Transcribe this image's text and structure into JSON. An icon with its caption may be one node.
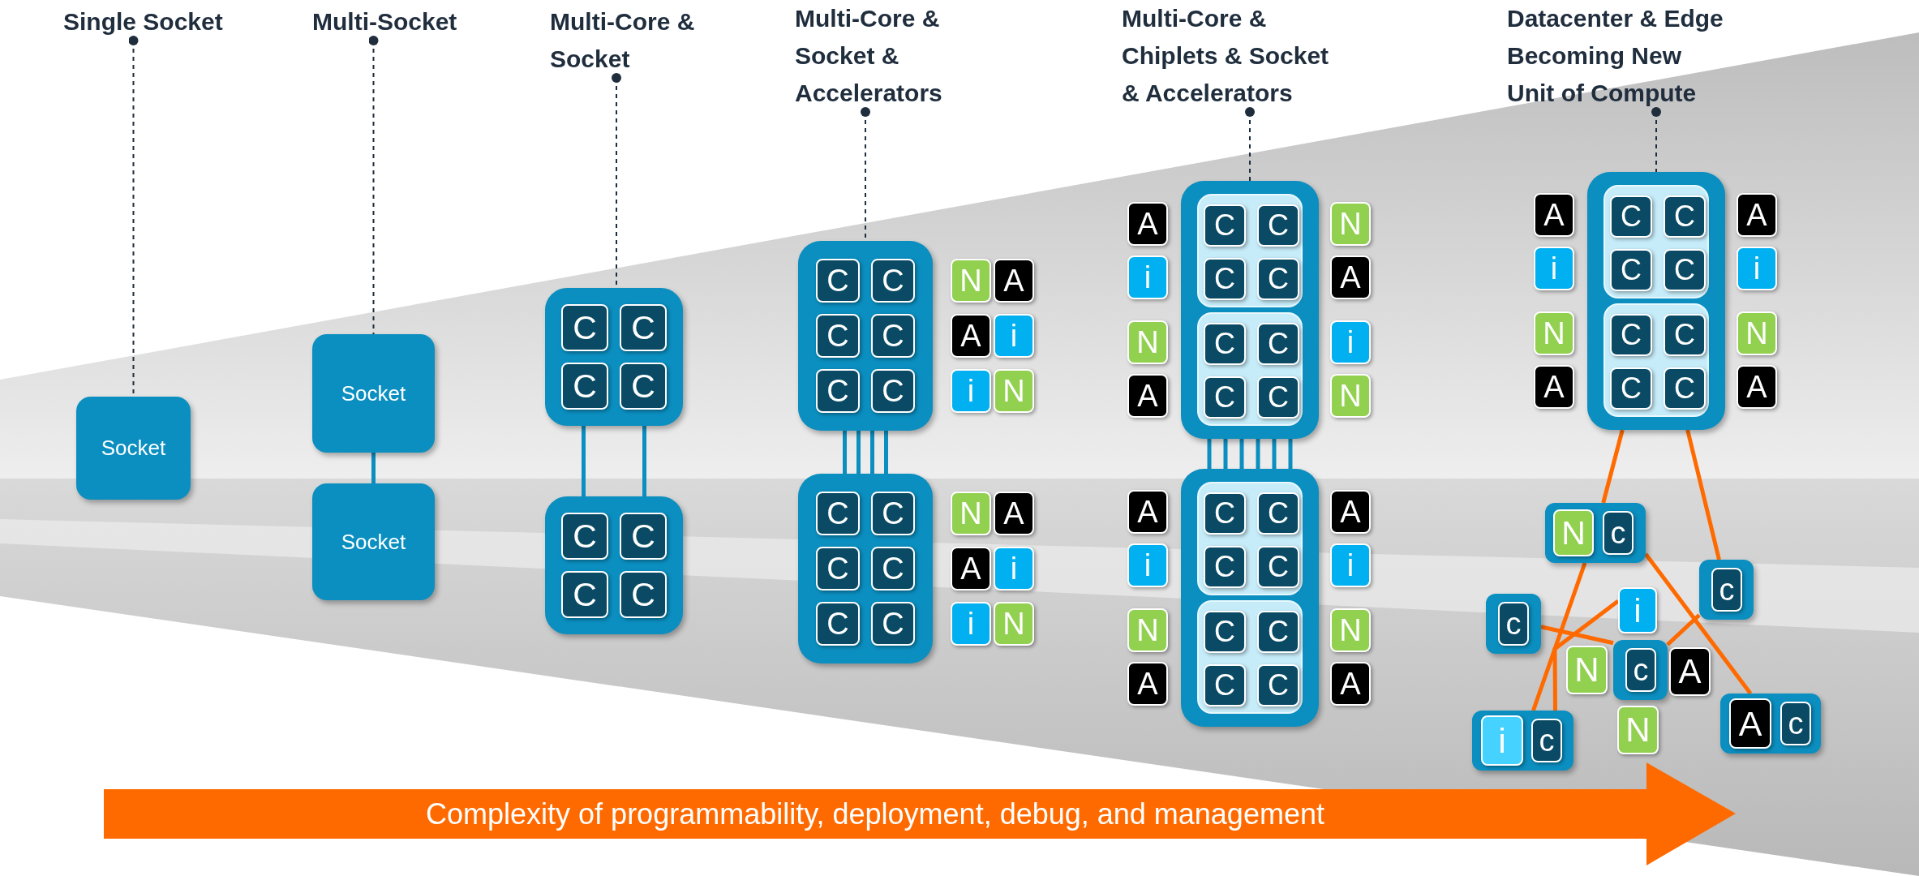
{
  "diagram": {
    "nodes": [
      {
        "text": [
          "Single Socket"
        ]
      },
      {
        "text": [
          "Multi-Socket"
        ]
      },
      {
        "text": [
          "Multi-Core & Socket"
        ]
      },
      {
        "text": [
          "Multi-Core & Socket & Accelerators"
        ]
      },
      {
        "text": [
          "Multi-Core & Chiplets & Socket & Accelerators"
        ]
      },
      {
        "text": [
          "Datacenter & Edge Becoming New Unit of Compute"
        ]
      },
      {
        "text": [
          "Socket"
        ]
      },
      {
        "text": [
          "Socket"
        ]
      },
      {
        "text": [
          "Socket"
        ]
      },
      {
        "text": [],
        "shape": "box"
      },
      {
        "text": [
          "C"
        ],
        "in": 9
      },
      {
        "text": [
          "C"
        ],
        "in": 9
      },
      {
        "text": [
          "C"
        ],
        "in": 9
      },
      {
        "text": [
          "C"
        ],
        "in": 9
      },
      {
        "text": [],
        "shape": "box"
      },
      {
        "text": [
          "C"
        ],
        "in": 14
      },
      {
        "text": [
          "C"
        ],
        "in": 14
      },
      {
        "text": [
          "C"
        ],
        "in": 14
      },
      {
        "text": [
          "C"
        ],
        "in": 14
      },
      {
        "text": [],
        "shape": "box"
      },
      {
        "text": [
          "C"
        ],
        "in": 19
      },
      {
        "text": [
          "C"
        ],
        "in": 19
      },
      {
        "text": [
          "C"
        ],
        "in": 19
      },
      {
        "text": [
          "C"
        ],
        "in": 19
      },
      {
        "text": [
          "C"
        ],
        "in": 19
      },
      {
        "text": [
          "C"
        ],
        "in": 19
      },
      {
        "text": [
          "N"
        ]
      },
      {
        "text": [
          "A"
        ]
      },
      {
        "text": [
          "A"
        ]
      },
      {
        "text": [
          "i"
        ]
      },
      {
        "text": [
          "i"
        ]
      },
      {
        "text": [
          "N"
        ]
      },
      {
        "text": [],
        "shape": "box"
      },
      {
        "text": [
          "C"
        ],
        "in": 32
      },
      {
        "text": [
          "C"
        ],
        "in": 32
      },
      {
        "text": [
          "C"
        ],
        "in": 32
      },
      {
        "text": [
          "C"
        ],
        "in": 32
      },
      {
        "text": [
          "C"
        ],
        "in": 32
      },
      {
        "text": [
          "C"
        ],
        "in": 32
      },
      {
        "text": [
          "N"
        ]
      },
      {
        "text": [
          "A"
        ]
      },
      {
        "text": [
          "A"
        ]
      },
      {
        "text": [
          "i"
        ]
      },
      {
        "text": [
          "i"
        ]
      },
      {
        "text": [
          "N"
        ]
      },
      {
        "text": [],
        "shape": "box"
      },
      {
        "text": [],
        "shape": "box",
        "in": 45
      },
      {
        "text": [
          "C"
        ],
        "in": 46
      },
      {
        "text": [
          "C"
        ],
        "in": 46
      },
      {
        "text": [
          "C"
        ],
        "in": 46
      },
      {
        "text": [
          "C"
        ],
        "in": 46
      },
      {
        "text": [],
        "shape": "box",
        "in": 45
      },
      {
        "text": [
          "C"
        ],
        "in": 51
      },
      {
        "text": [
          "C"
        ],
        "in": 51
      },
      {
        "text": [
          "C"
        ],
        "in": 51
      },
      {
        "text": [
          "C"
        ],
        "in": 51
      },
      {
        "text": [
          "A"
        ]
      },
      {
        "text": [
          "i"
        ]
      },
      {
        "text": [
          "N"
        ]
      },
      {
        "text": [
          "A"
        ]
      },
      {
        "text": [
          "N"
        ]
      },
      {
        "text": [
          "A"
        ]
      },
      {
        "text": [
          "i"
        ]
      },
      {
        "text": [
          "N"
        ]
      },
      {
        "text": [],
        "shape": "box"
      },
      {
        "text": [],
        "shape": "box",
        "in": 64
      },
      {
        "text": [
          "C"
        ],
        "in": 65
      },
      {
        "text": [
          "C"
        ],
        "in": 65
      },
      {
        "text": [
          "C"
        ],
        "in": 65
      },
      {
        "text": [
          "C"
        ],
        "in": 65
      },
      {
        "text": [],
        "shape": "box",
        "in": 64
      },
      {
        "text": [
          "C"
        ],
        "in": 70
      },
      {
        "text": [
          "C"
        ],
        "in": 70
      },
      {
        "text": [
          "C"
        ],
        "in": 70
      },
      {
        "text": [
          "C"
        ],
        "in": 70
      },
      {
        "text": [
          "A"
        ]
      },
      {
        "text": [
          "i"
        ]
      },
      {
        "text": [
          "N"
        ]
      },
      {
        "text": [
          "A"
        ]
      },
      {
        "text": [
          "A"
        ]
      },
      {
        "text": [
          "i"
        ]
      },
      {
        "text": [
          "N"
        ]
      },
      {
        "text": [
          "A"
        ]
      },
      {
        "text": [],
        "shape": "box"
      },
      {
        "text": [],
        "shape": "box",
        "in": 83
      },
      {
        "text": [
          "C"
        ],
        "in": 84
      },
      {
        "text": [
          "C"
        ],
        "in": 84
      },
      {
        "text": [
          "C"
        ],
        "in": 84
      },
      {
        "text": [
          "C"
        ],
        "in": 84
      },
      {
        "text": [],
        "shape": "box",
        "in": 83
      },
      {
        "text": [
          "C"
        ],
        "in": 89
      },
      {
        "text": [
          "C"
        ],
        "in": 89
      },
      {
        "text": [
          "C"
        ],
        "in": 89
      },
      {
        "text": [
          "C"
        ],
        "in": 89
      },
      {
        "text": [
          "A"
        ]
      },
      {
        "text": [
          "i"
        ]
      },
      {
        "text": [
          "N"
        ]
      },
      {
        "text": [
          "A"
        ]
      },
      {
        "text": [
          "A"
        ]
      },
      {
        "text": [
          "i"
        ]
      },
      {
        "text": [
          "N"
        ]
      },
      {
        "text": [
          "A"
        ]
      },
      {
        "text": [],
        "shape": "box"
      },
      {
        "text": [
          "N"
        ],
        "in": 102
      },
      {
        "text": [
          "c"
        ],
        "in": 102
      },
      {
        "text": [],
        "shape": "box"
      },
      {
        "text": [
          "c"
        ],
        "in": 105
      },
      {
        "text": [],
        "shape": "box"
      },
      {
        "text": [
          "c"
        ],
        "in": 107
      },
      {
        "text": [
          "i"
        ]
      },
      {
        "text": [
          "N"
        ]
      },
      {
        "text": [],
        "shape": "box"
      },
      {
        "text": [
          "c"
        ],
        "in": 111
      },
      {
        "text": [
          "A"
        ]
      },
      {
        "text": [
          "N"
        ]
      },
      {
        "text": [],
        "shape": "box"
      },
      {
        "text": [
          "i"
        ],
        "in": 115
      },
      {
        "text": [
          "c"
        ],
        "in": 115
      },
      {
        "text": [],
        "shape": "box"
      },
      {
        "text": [
          "A"
        ],
        "in": 118
      },
      {
        "text": [
          "c"
        ],
        "in": 118
      }
    ],
    "edges": [
      {
        "from": 0,
        "to": 6,
        "arrow": "other",
        "style": "dashed",
        "color": "#1f2d3d"
      },
      {
        "from": 1,
        "to": 7,
        "arrow": "other",
        "style": "dashed",
        "color": "#1f2d3d"
      },
      {
        "from": 2,
        "to": 9,
        "arrow": "other",
        "style": "dashed",
        "color": "#1f2d3d"
      },
      {
        "from": 3,
        "to": 19,
        "arrow": "other",
        "style": "dashed",
        "color": "#1f2d3d"
      },
      {
        "from": 4,
        "to": 45,
        "arrow": "other",
        "style": "dashed",
        "color": "#1f2d3d"
      },
      {
        "from": 5,
        "to": 83,
        "arrow": "other",
        "style": "dashed",
        "color": "#1f2d3d"
      },
      {
        "from": 7,
        "to": 8,
        "arrow": "none"
      },
      {
        "from": 9,
        "to": 14,
        "arrow": "none"
      },
      {
        "from": 9,
        "to": 14,
        "arrow": "none"
      },
      {
        "from": 19,
        "to": 32,
        "arrow": "none"
      },
      {
        "from": 19,
        "to": 32,
        "arrow": "none"
      },
      {
        "from": 19,
        "to": 32,
        "arrow": "none"
      },
      {
        "from": 19,
        "to": 32,
        "arrow": "none"
      },
      {
        "from": 45,
        "to": 64,
        "arrow": "none"
      },
      {
        "from": 45,
        "to": 64,
        "arrow": "none"
      },
      {
        "from": 45,
        "to": 64,
        "arrow": "none"
      },
      {
        "from": 45,
        "to": 64,
        "arrow": "none"
      },
      {
        "from": 45,
        "to": 64,
        "arrow": "none"
      },
      {
        "from": 45,
        "to": 64,
        "arrow": "none"
      },
      {
        "from": 83,
        "to": 102,
        "arrow": "none",
        "color": "#ff6a00"
      },
      {
        "from": 83,
        "to": 105,
        "arrow": "none",
        "color": "#ff6a00"
      },
      {
        "from": 102,
        "to": 115,
        "arrow": "none",
        "color": "#ff6a00"
      },
      {
        "from": 102,
        "to": 118,
        "arrow": "none",
        "color": "#ff6a00"
      },
      {
        "from": 107,
        "to": 111,
        "arrow": "none",
        "color": "#ff6a00"
      },
      {
        "from": 109,
        "to": 115,
        "arrow": "none",
        "color": "#ff6a00"
      },
      {
        "from": 105,
        "to": 111,
        "arrow": "none",
        "color": "#ff6a00"
      }
    ],
    "labels": [
      "Complexity of programmability, deployment, debug, and management"
    ]
  }
}
